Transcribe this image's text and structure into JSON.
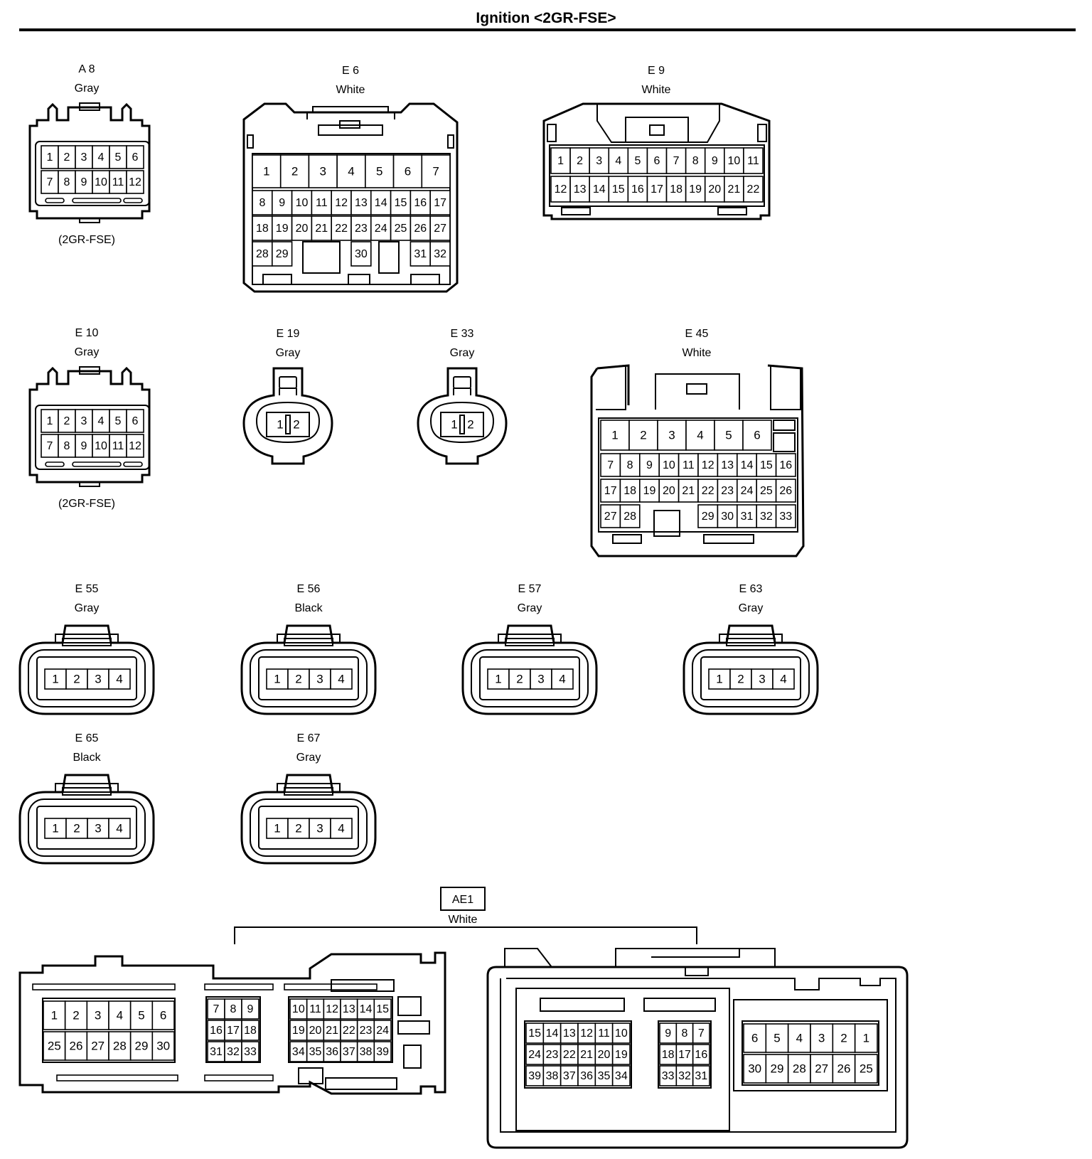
{
  "title": "Ignition <2GR-FSE>",
  "connectors": {
    "a8": {
      "id": "A 8",
      "color": "Gray",
      "note": "(2GR-FSE)",
      "rows": [
        [
          "1",
          "2",
          "3",
          "4",
          "5",
          "6"
        ],
        [
          "7",
          "8",
          "9",
          "10",
          "11",
          "12"
        ]
      ]
    },
    "e6": {
      "id": "E 6",
      "color": "White",
      "rows": [
        [
          "1",
          "2",
          "3",
          "4",
          "5",
          "6",
          "7"
        ],
        [
          "8",
          "9",
          "10",
          "11",
          "12",
          "13",
          "14",
          "15",
          "16",
          "17"
        ],
        [
          "18",
          "19",
          "20",
          "21",
          "22",
          "23",
          "24",
          "25",
          "26",
          "27"
        ]
      ],
      "bottom": [
        "28",
        "29",
        "30",
        "31",
        "32"
      ]
    },
    "e9": {
      "id": "E 9",
      "color": "White",
      "rows": [
        [
          "1",
          "2",
          "3",
          "4",
          "5",
          "6",
          "7",
          "8",
          "9",
          "10",
          "11"
        ],
        [
          "12",
          "13",
          "14",
          "15",
          "16",
          "17",
          "18",
          "19",
          "20",
          "21",
          "22"
        ]
      ]
    },
    "e10": {
      "id": "E 10",
      "color": "Gray",
      "note": "(2GR-FSE)",
      "rows": [
        [
          "1",
          "2",
          "3",
          "4",
          "5",
          "6"
        ],
        [
          "7",
          "8",
          "9",
          "10",
          "11",
          "12"
        ]
      ]
    },
    "e19": {
      "id": "E 19",
      "color": "Gray",
      "pins": [
        "1",
        "2"
      ]
    },
    "e33": {
      "id": "E 33",
      "color": "Gray",
      "pins": [
        "1",
        "2"
      ]
    },
    "e45": {
      "id": "E 45",
      "color": "White",
      "rows": [
        [
          "1",
          "2",
          "3",
          "4",
          "5",
          "6"
        ],
        [
          "7",
          "8",
          "9",
          "10",
          "11",
          "12",
          "13",
          "14",
          "15",
          "16"
        ],
        [
          "17",
          "18",
          "19",
          "20",
          "21",
          "22",
          "23",
          "24",
          "25",
          "26"
        ]
      ],
      "bottom": [
        "27",
        "28",
        "29",
        "30",
        "31",
        "32",
        "33"
      ]
    },
    "e55": {
      "id": "E 55",
      "color": "Gray",
      "pins": [
        "1",
        "2",
        "3",
        "4"
      ]
    },
    "e56": {
      "id": "E 56",
      "color": "Black",
      "pins": [
        "1",
        "2",
        "3",
        "4"
      ]
    },
    "e57": {
      "id": "E 57",
      "color": "Gray",
      "pins": [
        "1",
        "2",
        "3",
        "4"
      ]
    },
    "e63": {
      "id": "E 63",
      "color": "Gray",
      "pins": [
        "1",
        "2",
        "3",
        "4"
      ]
    },
    "e65": {
      "id": "E 65",
      "color": "Black",
      "pins": [
        "1",
        "2",
        "3",
        "4"
      ]
    },
    "e67": {
      "id": "E 67",
      "color": "Gray",
      "pins": [
        "1",
        "2",
        "3",
        "4"
      ]
    },
    "ae1": {
      "id": "AE1",
      "color": "White",
      "left": {
        "g1": [
          [
            "1",
            "2",
            "3",
            "4",
            "5",
            "6"
          ],
          [
            "25",
            "26",
            "27",
            "28",
            "29",
            "30"
          ]
        ],
        "g2": [
          [
            "7",
            "8",
            "9"
          ],
          [
            "16",
            "17",
            "18"
          ],
          [
            "31",
            "32",
            "33"
          ]
        ],
        "g3": [
          [
            "10",
            "11",
            "12",
            "13",
            "14",
            "15"
          ],
          [
            "19",
            "20",
            "21",
            "22",
            "23",
            "24"
          ],
          [
            "34",
            "35",
            "36",
            "37",
            "38",
            "39"
          ]
        ]
      },
      "right": {
        "g1": [
          [
            "15",
            "14",
            "13",
            "12",
            "11",
            "10"
          ],
          [
            "24",
            "23",
            "22",
            "21",
            "20",
            "19"
          ],
          [
            "39",
            "38",
            "37",
            "36",
            "35",
            "34"
          ]
        ],
        "g2": [
          [
            "9",
            "8",
            "7"
          ],
          [
            "18",
            "17",
            "16"
          ],
          [
            "33",
            "32",
            "31"
          ]
        ],
        "g3": [
          [
            "6",
            "5",
            "4",
            "3",
            "2",
            "1"
          ],
          [
            "30",
            "29",
            "28",
            "27",
            "26",
            "25"
          ]
        ]
      }
    }
  }
}
